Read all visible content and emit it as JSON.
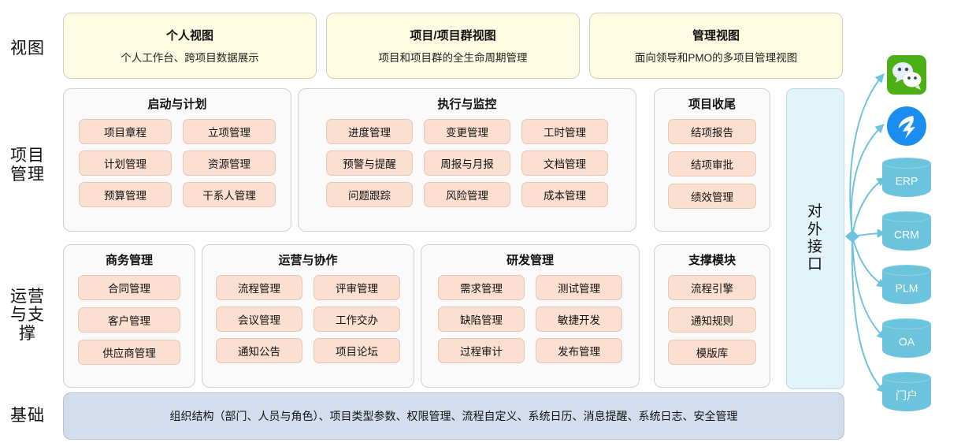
{
  "row_labels": {
    "view": "视图",
    "project_management": "项目管理",
    "operations_support": "运营与支撑",
    "foundation": "基础"
  },
  "view_band": {
    "cards": [
      {
        "title": "个人视图",
        "subtitle": "个人工作台、跨项目数据展示"
      },
      {
        "title": "项目/项目群视图",
        "subtitle": "项目和项目群的全生命周期管理"
      },
      {
        "title": "管理视图",
        "subtitle": "面向领导和PMO的多项目管理视图"
      }
    ]
  },
  "project_management": {
    "groups": [
      {
        "title": "启动与计划",
        "items": [
          "项目章程",
          "立项管理",
          "计划管理",
          "资源管理",
          "预算管理",
          "干系人管理"
        ]
      },
      {
        "title": "执行与监控",
        "items": [
          "进度管理",
          "变更管理",
          "工时管理",
          "预警与提醒",
          "周报与月报",
          "文档管理",
          "问题跟踪",
          "风险管理",
          "成本管理"
        ]
      },
      {
        "title": "项目收尾",
        "items": [
          "结项报告",
          "结项审批",
          "绩效管理"
        ]
      }
    ]
  },
  "operations_support": {
    "groups": [
      {
        "title": "商务管理",
        "items": [
          "合同管理",
          "客户管理",
          "供应商管理"
        ]
      },
      {
        "title": "运营与协作",
        "items": [
          "流程管理",
          "评审管理",
          "会议管理",
          "工作交办",
          "通知公告",
          "项目论坛"
        ]
      },
      {
        "title": "研发管理",
        "items": [
          "需求管理",
          "测试管理",
          "缺陷管理",
          "敏捷开发",
          "过程审计",
          "发布管理"
        ]
      },
      {
        "title": "支撑模块",
        "items": [
          "流程引擎",
          "通知规则",
          "模版库"
        ]
      }
    ]
  },
  "external_interface": {
    "label": "对外接口",
    "label_chars": [
      "对",
      "外",
      "接",
      "口"
    ]
  },
  "foundation": {
    "text": "组织结构（部门、人员与角色）、项目类型参数、权限管理、流程自定义、系统日历、消息提醒、系统日志、安全管理"
  },
  "integrations": {
    "items": [
      {
        "name": "wechat-icon",
        "label": "",
        "type": "icon"
      },
      {
        "name": "dingtalk-icon",
        "label": "",
        "type": "icon"
      },
      {
        "name": "erp-database",
        "label": "ERP",
        "type": "cylinder"
      },
      {
        "name": "crm-database",
        "label": "CRM",
        "type": "cylinder"
      },
      {
        "name": "plm-database",
        "label": "PLM",
        "type": "cylinder"
      },
      {
        "name": "oa-database",
        "label": "OA",
        "type": "cylinder"
      },
      {
        "name": "portal-database",
        "label": "门户",
        "type": "cylinder"
      }
    ]
  },
  "colors": {
    "view_card": "#fdfce3",
    "group_bg": "#fafafa",
    "pill": "#fbdfd0",
    "interface": "#e2f3f9",
    "foundation": "#d4dded",
    "cylinder": "#6cc3dc",
    "connector": "#6cc3dc",
    "wechat": "#4caf16",
    "dingtalk": "#1b8cf0"
  }
}
